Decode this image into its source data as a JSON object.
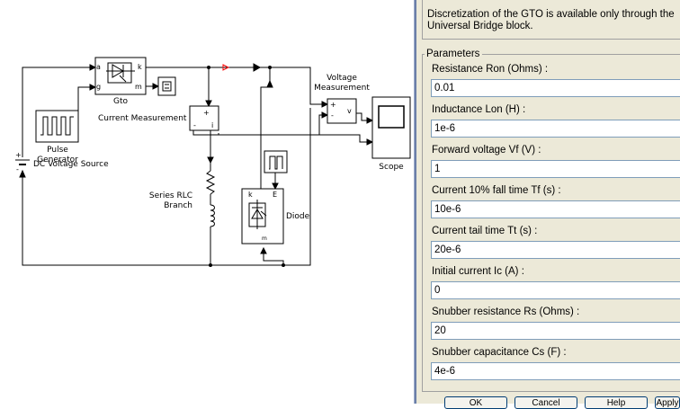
{
  "diagram": {
    "blocks": {
      "gto_label": "Gto",
      "gto_ports": {
        "a": "a",
        "g": "g",
        "k": "k",
        "m": "m"
      },
      "pulse_label": "Pulse\nGenerator",
      "dc_label": "DC Voltage Source",
      "current_label": "Current Measurement",
      "current_ports": {
        "plus": "+",
        "minus": "-",
        "i": "i"
      },
      "voltage_label": "Voltage\nMeasurement",
      "voltage_ports": {
        "plus": "+",
        "minus": "-",
        "v": "v"
      },
      "scope_label": "Scope",
      "rlc_label": "Series RLC\nBranch",
      "diode_label": "Diode",
      "diode_ports": {
        "k": "k",
        "e": "E",
        "m": "m"
      },
      "battery_plus": "+",
      "battery_minus": "-"
    }
  },
  "dialog": {
    "description": "Discretization of the GTO is available only through the Universal Bridge block.",
    "parameters_title": "Parameters",
    "params": [
      {
        "label": "Resistance Ron (Ohms) :",
        "value": "0.01"
      },
      {
        "label": "Inductance Lon (H) :",
        "value": "1e-6"
      },
      {
        "label": "Forward voltage Vf (V) :",
        "value": "1"
      },
      {
        "label": "Current 10% fall time Tf (s) :",
        "value": "10e-6"
      },
      {
        "label": "Current tail time Tt (s) :",
        "value": "20e-6"
      },
      {
        "label": "Initial current Ic (A) :",
        "value": "0"
      },
      {
        "label": "Snubber resistance Rs (Ohms) :",
        "value": "20"
      },
      {
        "label": "Snubber capacitance Cs (F) :",
        "value": "4e-6"
      }
    ],
    "buttons": {
      "ok": "OK",
      "cancel": "Cancel",
      "help": "Help",
      "apply": "Apply"
    }
  }
}
